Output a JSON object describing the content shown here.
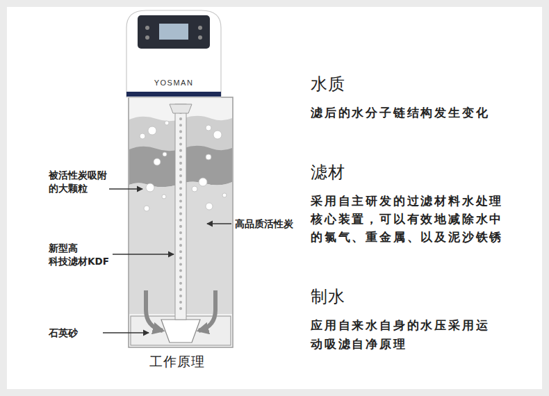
{
  "diagram": {
    "caption": "工作原理",
    "nodes": [
      {
        "text": [
          "YOSMAN"
        ]
      }
    ],
    "labels": [
      "水质",
      "滤后的水分子链结构发生变化",
      "滤材",
      "采用自主研发的过滤材料水处理 核心装置，可以有效地减除水中 的氯气、重金属、以及泥沙铁锈",
      "制水",
      "应用自来水自身的水压采用运 动吸滤自净原理",
      "被活性炭吸附 的大颗粒",
      "高品质活性炭",
      "新型高 科技滤材KDF",
      "石英砂"
    ]
  }
}
